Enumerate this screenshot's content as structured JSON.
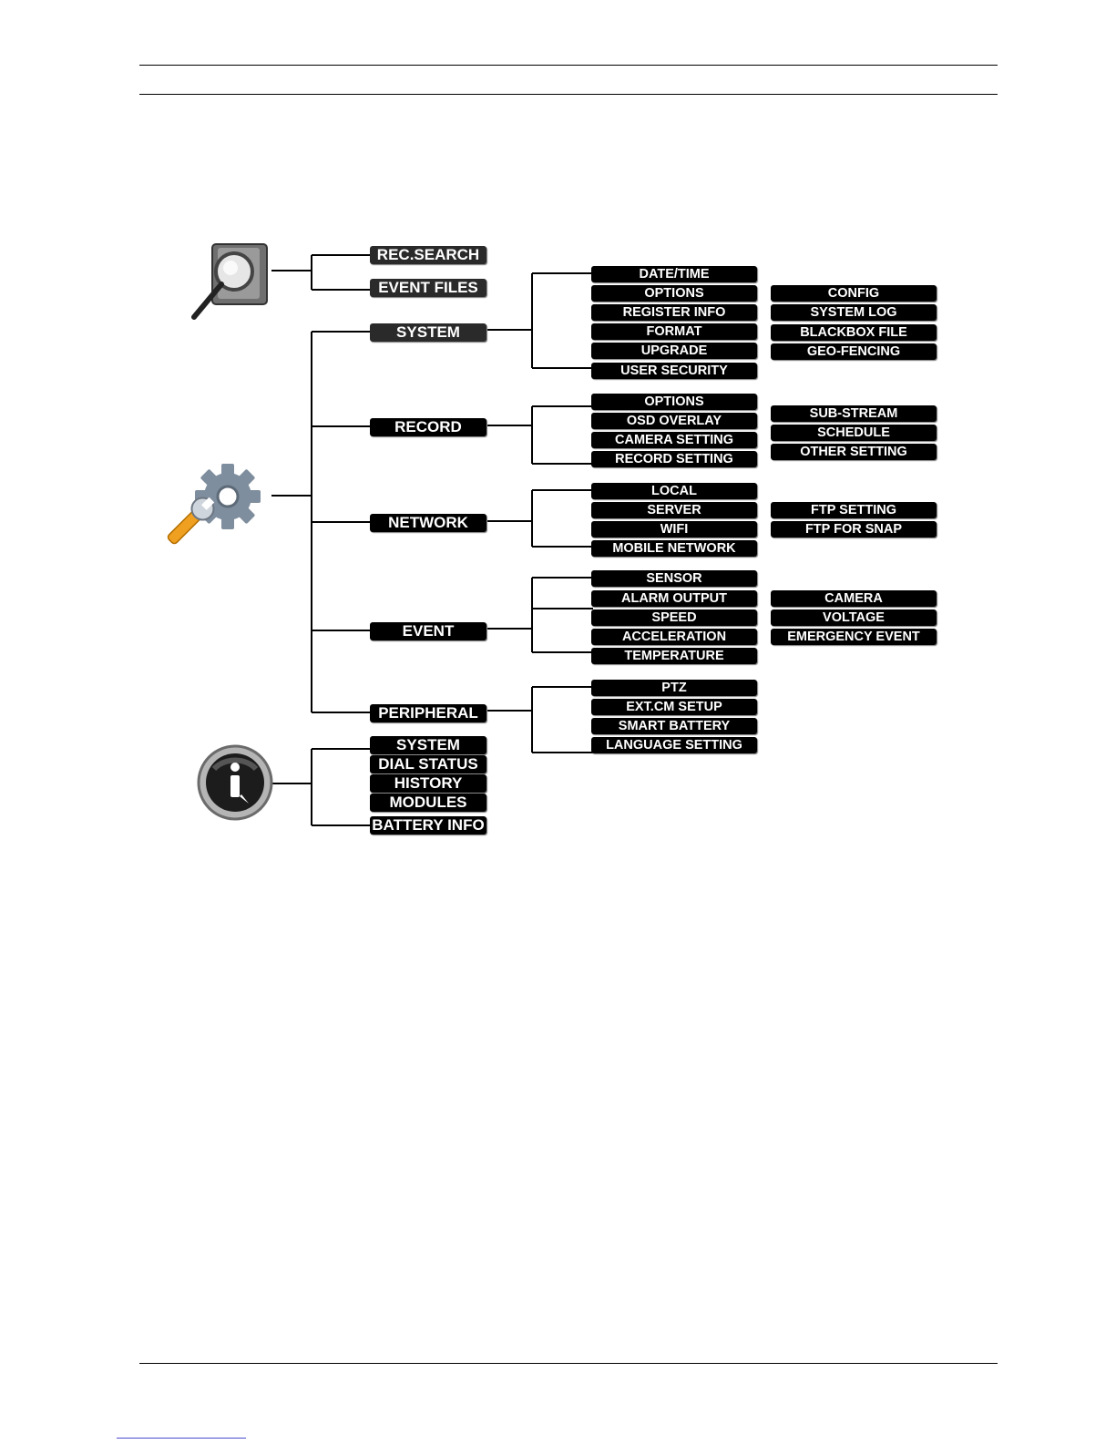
{
  "search": {
    "icon": "magnifier-document-icon",
    "items": [
      "REC.SEARCH",
      "EVENT FILES"
    ]
  },
  "setup": {
    "icon": "gear-wrench-icon",
    "system": {
      "label": "SYSTEM",
      "items": [
        "DATE/TIME",
        "OPTIONS",
        "REGISTER INFO",
        "FORMAT",
        "UPGRADE",
        "USER SECURITY"
      ],
      "sub_items": [
        "CONFIG",
        "SYSTEM LOG",
        "BLACKBOX FILE",
        "GEO-FENCING"
      ]
    },
    "record": {
      "label": "RECORD",
      "items": [
        "OPTIONS",
        "OSD OVERLAY",
        "CAMERA SETTING",
        "RECORD SETTING"
      ],
      "sub_items": [
        "SUB-STREAM",
        "SCHEDULE",
        "OTHER SETTING"
      ]
    },
    "network": {
      "label": "NETWORK",
      "items": [
        "LOCAL",
        "SERVER",
        "WIFI",
        "MOBILE NETWORK"
      ],
      "sub_items": [
        "FTP SETTING",
        "FTP FOR SNAP"
      ]
    },
    "event": {
      "label": "EVENT",
      "items": [
        "SENSOR",
        "ALARM OUTPUT",
        "SPEED",
        "ACCELERATION",
        "TEMPERATURE"
      ],
      "sub_items": [
        "CAMERA",
        "VOLTAGE",
        "EMERGENCY EVENT"
      ]
    },
    "peripheral": {
      "label": "PERIPHERAL",
      "items": [
        "PTZ",
        "EXT.CM SETUP",
        "SMART BATTERY",
        "LANGUAGE SETTING"
      ]
    }
  },
  "info": {
    "icon": "info-icon",
    "items": [
      "SYSTEM",
      "DIAL STATUS",
      "HISTORY",
      "MODULES",
      "BATTERY INFO"
    ]
  }
}
